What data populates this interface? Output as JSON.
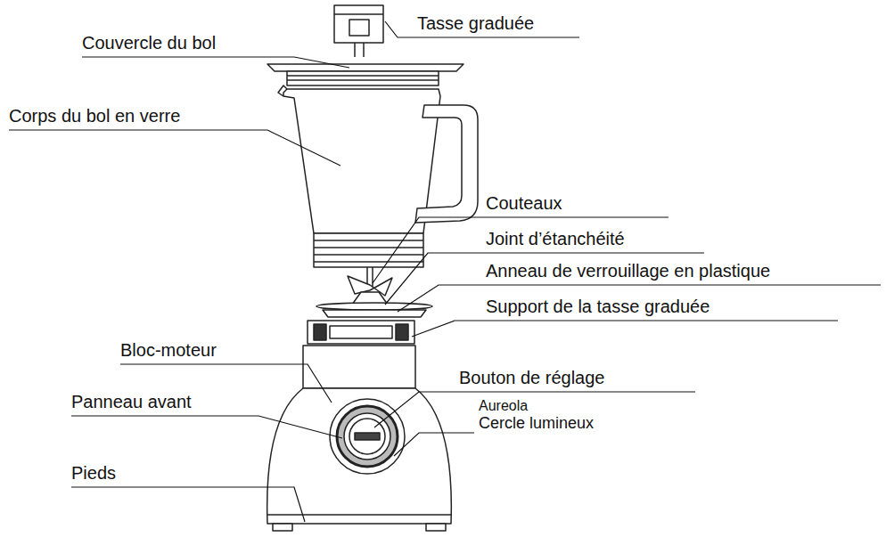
{
  "diagram": {
    "labels": [
      "Tasse graduée",
      "Couvercle du bol",
      "Corps du bol en verre",
      "Couteaux",
      "Joint d’étanchéité",
      "Anneau de verrouillage en plastique",
      "Support de la tasse graduée",
      "Bloc-moteur",
      "Bouton de réglage",
      "Aureola",
      "Cercle lumineux",
      "Panneau avant",
      "Pieds"
    ]
  }
}
